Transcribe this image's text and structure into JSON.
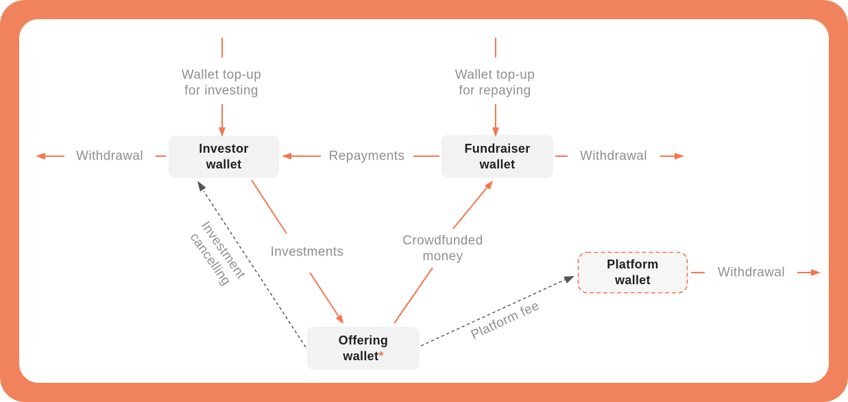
{
  "colors": {
    "frame": "#F1835C",
    "accent": "#F4764E",
    "label_gray": "#8F8F8F",
    "dashed_gray": "#555555",
    "node_bg": "#F2F2F2",
    "node_text": "#1F1F1F"
  },
  "nodes": {
    "investor": {
      "label": "Investor\nwallet"
    },
    "fundraiser": {
      "label": "Fundraiser\nwallet"
    },
    "platform": {
      "label": "Platform\nwallet"
    },
    "offering": {
      "label": "Offering\nwallet",
      "asterisk": "*"
    }
  },
  "edges": {
    "topup_investing": {
      "label": "Wallet top-up\nfor investing"
    },
    "topup_repaying": {
      "label": "Wallet top-up\nfor repaying"
    },
    "withdrawal_investor": {
      "label": "Withdrawal"
    },
    "repayments": {
      "label": "Repayments"
    },
    "withdrawal_fundraiser": {
      "label": "Withdrawal"
    },
    "investments": {
      "label": "Investments"
    },
    "crowdfunded": {
      "label": "Crowdfunded\nmoney"
    },
    "investment_cancelling": {
      "label": "Investment\ncancelling"
    },
    "platform_fee": {
      "label": "Platform fee"
    },
    "withdrawal_platform": {
      "label": "Withdrawal"
    }
  }
}
